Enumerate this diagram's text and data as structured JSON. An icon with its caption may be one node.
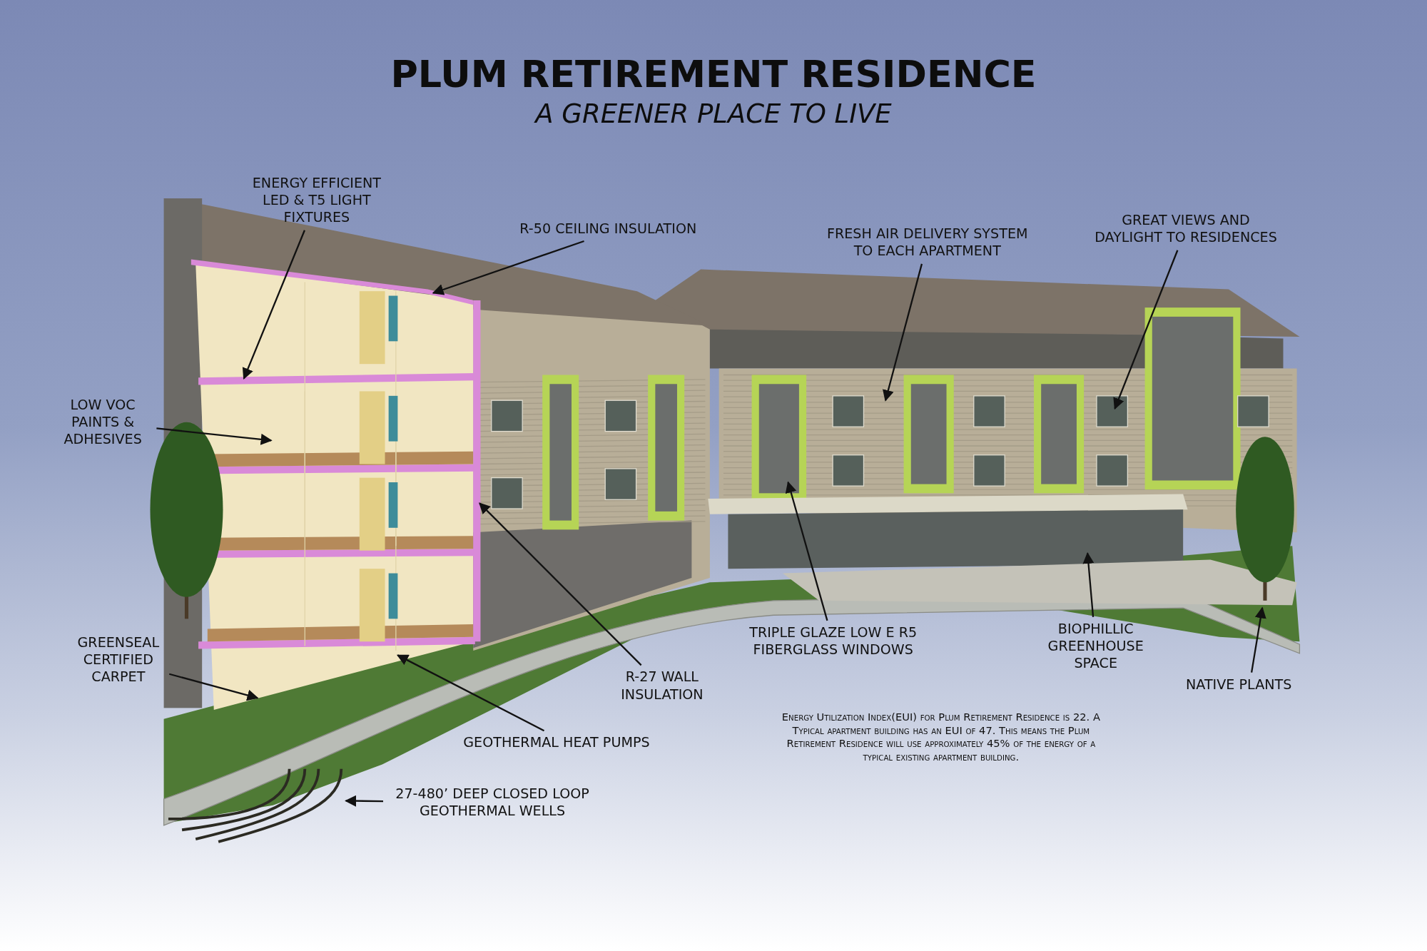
{
  "diagram": {
    "title": "PLUM RETIREMENT RESIDENCE",
    "nodes": [
      {
        "text": [
          "ENERGY EFFICIENT LED & T5 LIGHT FIXTURES"
        ]
      },
      {
        "text": [
          "R-50 CEILING INSULATION"
        ]
      },
      {
        "text": [
          "FRESH AIR DELIVERY SYSTEM TO EACH APARTMENT"
        ]
      },
      {
        "text": [
          "GREAT VIEWS AND DAYLIGHT TO RESIDENCES"
        ]
      },
      {
        "text": [
          "LOW VOC PAINTS & ADHESIVES"
        ]
      },
      {
        "text": [
          "GREENSEAL CERTIFIED CARPET"
        ]
      },
      {
        "text": [
          "R-27 WALL INSULATION"
        ]
      },
      {
        "text": [
          "GEOTHERMAL HEAT PUMPS"
        ]
      },
      {
        "text": [
          "TRIPLE GLAZE LOW E R5 FIBERGLASS WINDOWS"
        ]
      },
      {
        "text": [
          "BIOPHILLIC GREENHOUSE SPACE"
        ]
      },
      {
        "text": [
          "NATIVE PLANTS"
        ]
      },
      {
        "text": [
          "27-480’ DEEP CLOSED LOOP GEOTHERMAL WELLS"
        ]
      }
    ],
    "edges": [
      {
        "from": 0,
        "to": null,
        "arrow": "to"
      },
      {
        "from": 1,
        "to": null,
        "arrow": "to"
      },
      {
        "from": 2,
        "to": null,
        "arrow": "to"
      },
      {
        "from": 3,
        "to": null,
        "arrow": "to"
      },
      {
        "from": 4,
        "to": null,
        "arrow": "to"
      },
      {
        "from": 5,
        "to": null,
        "arrow": "to"
      },
      {
        "from": 6,
        "to": null,
        "arrow": "to"
      },
      {
        "from": 7,
        "to": null,
        "arrow": "to"
      },
      {
        "from": 8,
        "to": null,
        "arrow": "to"
      },
      {
        "from": 9,
        "to": null,
        "arrow": "to"
      },
      {
        "from": 10,
        "to": null,
        "arrow": "to"
      },
      {
        "from": 11,
        "to": null,
        "arrow": "to"
      }
    ],
    "labels": [
      "A GREENER PLACE TO LIVE",
      "Energy Utilization Index(EUI) for Plum Retirement Residence is 22. A Typical apartment building has an EUI of 47. This means the Plum Retirement Residence will use approximately 45% of the energy of a typical existing apartment building."
    ]
  }
}
